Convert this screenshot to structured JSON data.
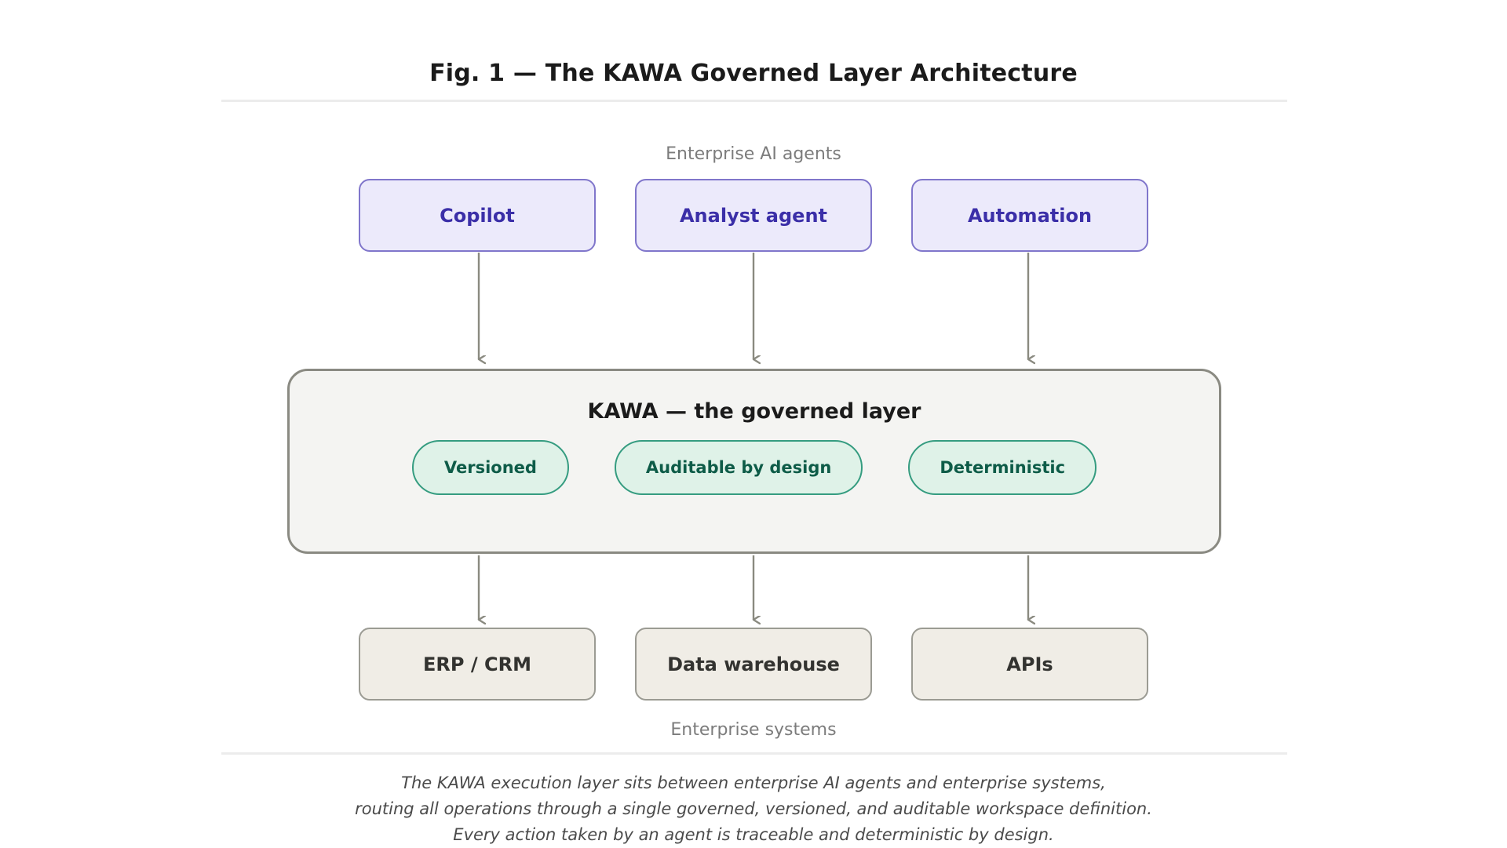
{
  "figure": {
    "title": "Fig. 1 — The KAWA Governed Layer Architecture",
    "background_color": "#ffffff",
    "divider_color": "#ececec"
  },
  "bands": {
    "top_label": "Enterprise AI agents",
    "bottom_label": "Enterprise systems",
    "label_color": "#7c7c7c"
  },
  "agents": {
    "fill_color": "#ECEAFB",
    "border_color": "#8076CB",
    "text_color": "#3B2FA8",
    "nodes": [
      {
        "label": "Copilot"
      },
      {
        "label": "Analyst agent"
      },
      {
        "label": "Automation"
      }
    ]
  },
  "governed_layer": {
    "title": "KAWA — the governed layer",
    "fill_color": "#F4F4F2",
    "border_color": "#8A8A82",
    "pill_fill_color": "#DFF2E8",
    "pill_border_color": "#359C80",
    "pill_text_color": "#0E5C48",
    "pills": [
      {
        "label": "Versioned"
      },
      {
        "label": "Auditable by design"
      },
      {
        "label": "Deterministic"
      }
    ]
  },
  "systems": {
    "fill_color": "#F0EDE6",
    "border_color": "#9B9B93",
    "text_color": "#333330",
    "nodes": [
      {
        "label": "ERP / CRM"
      },
      {
        "label": "Data warehouse"
      },
      {
        "label": "APIs"
      }
    ]
  },
  "arrows": {
    "color": "#8A8A80",
    "down_from_agents": 3,
    "down_to_systems": 3
  },
  "caption": {
    "line1": "The KAWA execution layer sits between enterprise AI agents and enterprise systems,",
    "line2": "routing all operations through a single governed, versioned, and auditable workspace definition.",
    "line3": "Every action taken by an agent is traceable and deterministic by design."
  }
}
